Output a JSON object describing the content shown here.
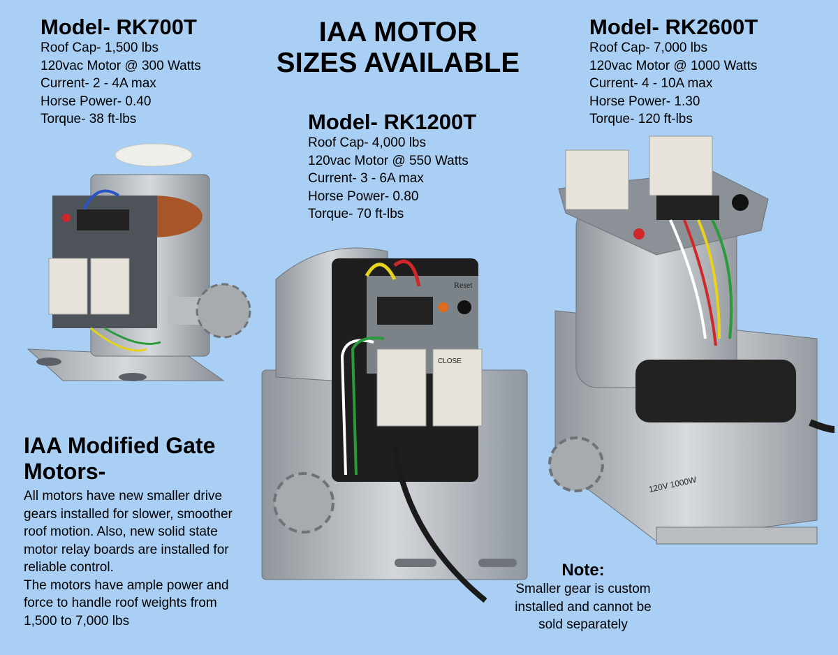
{
  "header": {
    "title_line1": "IAA MOTOR",
    "title_line2": "SIZES AVAILABLE"
  },
  "models": [
    {
      "name": "Model- RK700T",
      "specs": [
        "Roof Cap- 1,500 lbs",
        "120vac Motor @ 300 Watts",
        "Current- 2 - 4A max",
        "Horse Power- 0.40",
        "Torque- 38 ft-lbs"
      ]
    },
    {
      "name": "Model- RK1200T",
      "specs": [
        "Roof Cap- 4,000 lbs",
        "120vac Motor @ 550 Watts",
        "Current- 3 - 6A max",
        "Horse Power- 0.80",
        "Torque- 70 ft-lbs"
      ]
    },
    {
      "name": "Model- RK2600T",
      "specs": [
        "Roof Cap- 7,000 lbs",
        "120vac Motor @ 1000 Watts",
        "Current- 4 - 10A max",
        "Horse Power- 1.30",
        "Torque- 120 ft-lbs"
      ]
    }
  ],
  "modified": {
    "title_line1": "IAA Modified Gate",
    "title_line2": "Motors-",
    "body": [
      "All motors have new smaller drive",
      "gears installed for slower, smoother",
      "roof motion. Also, new solid state",
      "motor relay boards are installed for",
      "reliable control.",
      "The motors have ample power and",
      "force to handle roof weights from",
      "1,500 to 7,000 lbs"
    ]
  },
  "note": {
    "title": "Note:",
    "lines": [
      "Smaller gear is custom",
      "installed and cannot be",
      "sold separately"
    ]
  },
  "labels": {
    "relay_close": "CLOSE",
    "reset": "Reset",
    "motor_plate": "120V 1000W"
  },
  "colors": {
    "background": "#a9cff5",
    "metal": "#bfc3c7",
    "metal_dark": "#8d9297",
    "wire_red": "#d0282a",
    "wire_yellow": "#e8d21a",
    "wire_green": "#2a9a3a",
    "wire_blue": "#2a55c8"
  }
}
